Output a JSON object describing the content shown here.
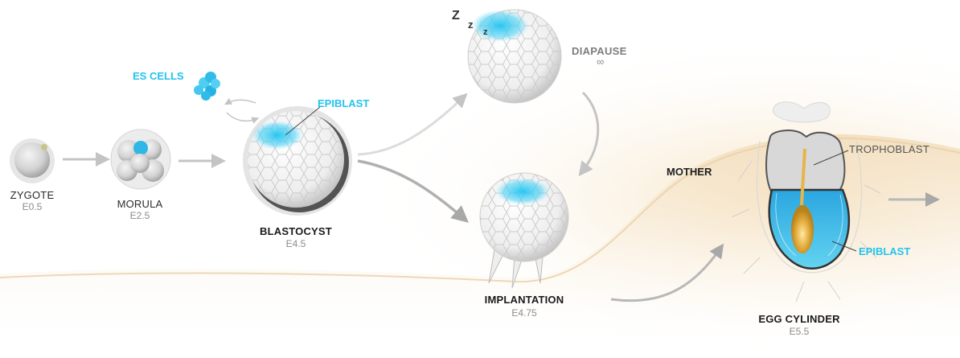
{
  "stages": {
    "zygote": {
      "name": "ZYGOTE",
      "time": "E0.5"
    },
    "morula": {
      "name": "MORULA",
      "time": "E2.5"
    },
    "blastocyst": {
      "name": "BLASTOCYST",
      "time": "E4.5"
    },
    "diapause": {
      "name": "DIAPAUSE",
      "time": "∞"
    },
    "implantation": {
      "name": "IMPLANTATION",
      "time": "E4.75"
    },
    "egg_cylinder": {
      "name": "EGG CYLINDER",
      "time": "E5.5"
    }
  },
  "labels": {
    "es_cells": "ES CELLS",
    "epiblast_blastocyst": "EPIBLAST",
    "epiblast_cylinder": "EPIBLAST",
    "trophoblast": "TROPHOBLAST",
    "mother": "MOTHER"
  },
  "sleep_symbols": [
    "Z",
    "z",
    "z"
  ],
  "colors": {
    "epiblast": "#22c3ec",
    "uterus": "#f3dcb8",
    "arrow": "#c4c4c4",
    "embryo_outline": "#bdbdbd"
  }
}
